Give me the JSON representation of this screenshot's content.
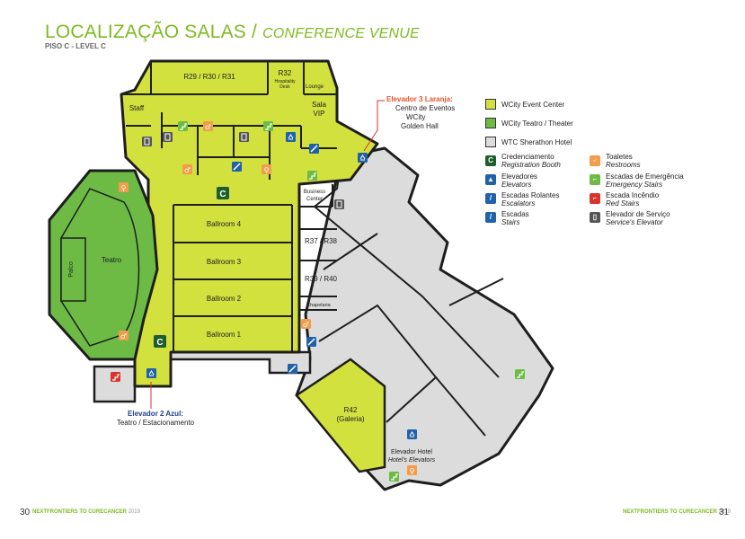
{
  "header": {
    "title_main": "LOCALIZAÇÃO SALAS",
    "title_sep": " / ",
    "title_sub": "CONFERENCE VENUE",
    "level": "PISO C - LEVEL C"
  },
  "colors": {
    "event_center": "#d2e13e",
    "theater": "#6dbb45",
    "hotel": "#dcdcdc",
    "wall": "#1e1e1e",
    "icon_green": "#6dbb45",
    "icon_blue": "#1f62a9",
    "icon_orange": "#f39c4a",
    "icon_red": "#d6342c",
    "icon_gray": "#555555",
    "brand": "#7dbb1f"
  },
  "rooms": {
    "r29": "R29 / R30 / R31",
    "r32": "R32",
    "hosp1": "Hospitality",
    "hosp2": "Desk",
    "lounge": "Lounge",
    "sala": "Sala",
    "vip": "VIP",
    "staff": "Staff",
    "teatro": "Teatro",
    "palco": "Palco",
    "ballroom4": "Ballroom 4",
    "ballroom3": "Ballroom 3",
    "ballroom2": "Ballroom 2",
    "ballroom1": "Ballroom 1",
    "bc1": "Business",
    "bc2": "Center",
    "r37": "R37 / R38",
    "r39": "R39 / R40",
    "chapelaria": "chapelaria",
    "r42": "R42",
    "galeria": "(Galeria)",
    "hotel_elev": "Elevador Hotel",
    "hotel_elev_en": "Hotel's Elevators",
    "cred": "C"
  },
  "callouts": {
    "laranja": {
      "title": "Elevador 3 Laranja:",
      "l1": "Centro de Eventos",
      "l2": "WCity",
      "l3": "Golden Hall"
    },
    "azul": {
      "title": "Elevador 2 Azul:",
      "l1": "Teatro / Estacionamento"
    }
  },
  "legend": {
    "event_center": "WCity Event Center",
    "theater": "WCity Teatro / Theater",
    "hotel": "WTC Sherathon Hotel",
    "cred_pt": "Credenciamento",
    "cred_en": "Registration Booth",
    "cred_icon": "C",
    "elev_pt": "Elevadores",
    "elev_en": "Elevators",
    "esc_pt": "Escadas Rolantes",
    "esc_en": "Escalators",
    "stairs_pt": "Escadas",
    "stairs_en": "Stairs",
    "toilet_pt": "Toaletes",
    "toilet_en": "Restrooms",
    "emerg_pt": "Escadas de Emergência",
    "emerg_en": "Emergency Stairs",
    "fire_pt": "Escada Incêndio",
    "fire_en": "Red Stairs",
    "serv_pt": "Elevador de Serviço",
    "serv_en": "Service's Elevator"
  },
  "footer": {
    "page_left": "30",
    "page_right": "31",
    "brand_left": "NEXTFRONTIERS TO CURECANCER",
    "year_left": "2019",
    "brand_right": "NEXTFRONTIERS TO CURECANCER",
    "year_right": "2019"
  }
}
